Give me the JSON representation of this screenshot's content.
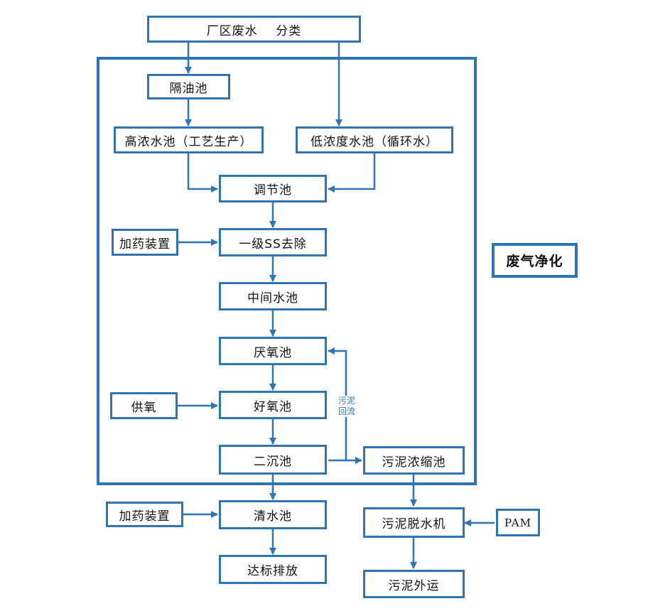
{
  "colors": {
    "accent": "#2E75B6",
    "text": "#111111",
    "background": "#ffffff"
  },
  "nodes": {
    "source": "厂区废水    分类",
    "oil_separator": "隔油池",
    "high_conc": "高浓水池（工艺生产）",
    "low_conc": "低浓度水池（循环水）",
    "regulating": "调节池",
    "dosing_1": "加药装置",
    "primary_ss": "一级SS去除",
    "intermediate": "中间水池",
    "anaerobic": "厌氧池",
    "oxygen_supply": "供氧",
    "aerobic": "好氧池",
    "secondary_clarifier": "二沉池",
    "sludge_thickener": "污泥浓缩池",
    "dosing_2": "加药装置",
    "clear_water": "清水池",
    "discharge": "达标排放",
    "sludge_dewatering": "污泥脱水机",
    "pam": "PAM",
    "sludge_out": "污泥外运",
    "waste_gas": "废气净化"
  },
  "annotations": {
    "sludge_return_line1": "污泥",
    "sludge_return_line2": "回流"
  }
}
